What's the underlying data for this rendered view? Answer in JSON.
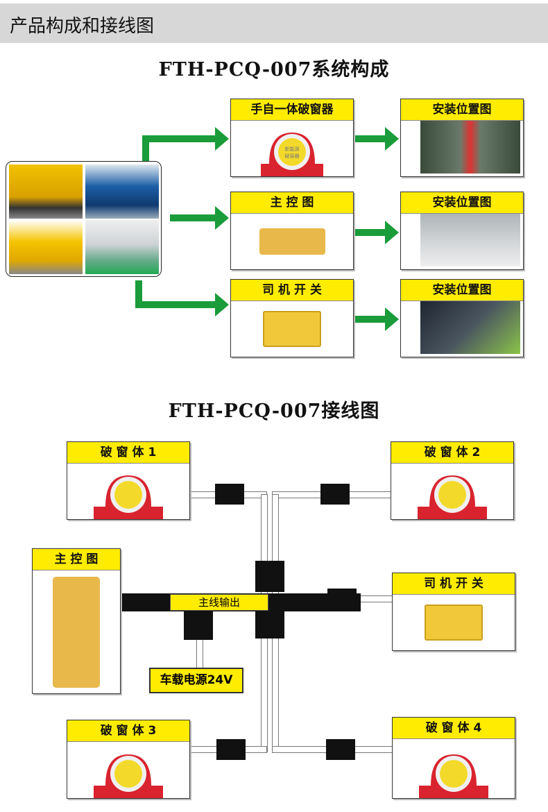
{
  "header": {
    "title": "产品构成和接线图"
  },
  "system": {
    "title": "FTH-PCQ-007系统构成",
    "components": [
      {
        "label": "手自一体破窗器"
      },
      {
        "label": "主 控 图"
      },
      {
        "label": "司 机 开 关"
      }
    ],
    "install": [
      {
        "label": "安装位置图"
      },
      {
        "label": "安装位置图"
      },
      {
        "label": "安装位置图"
      }
    ],
    "device_text": [
      "新能源",
      "破窗器"
    ]
  },
  "wiring": {
    "title": "FTH-PCQ-007接线图",
    "breaker1": "破 窗 体 1",
    "breaker2": "破 窗 体 2",
    "breaker3": "破 窗 体 3",
    "breaker4": "破 窗 体 4",
    "controller": "主 控 图",
    "switch": "司 机 开 关",
    "main_output": "主线输出",
    "power": "车载电源24V"
  },
  "colors": {
    "arrow": "#1a9c3a",
    "caption": "#ffec00",
    "device_red": "#d9232e"
  }
}
